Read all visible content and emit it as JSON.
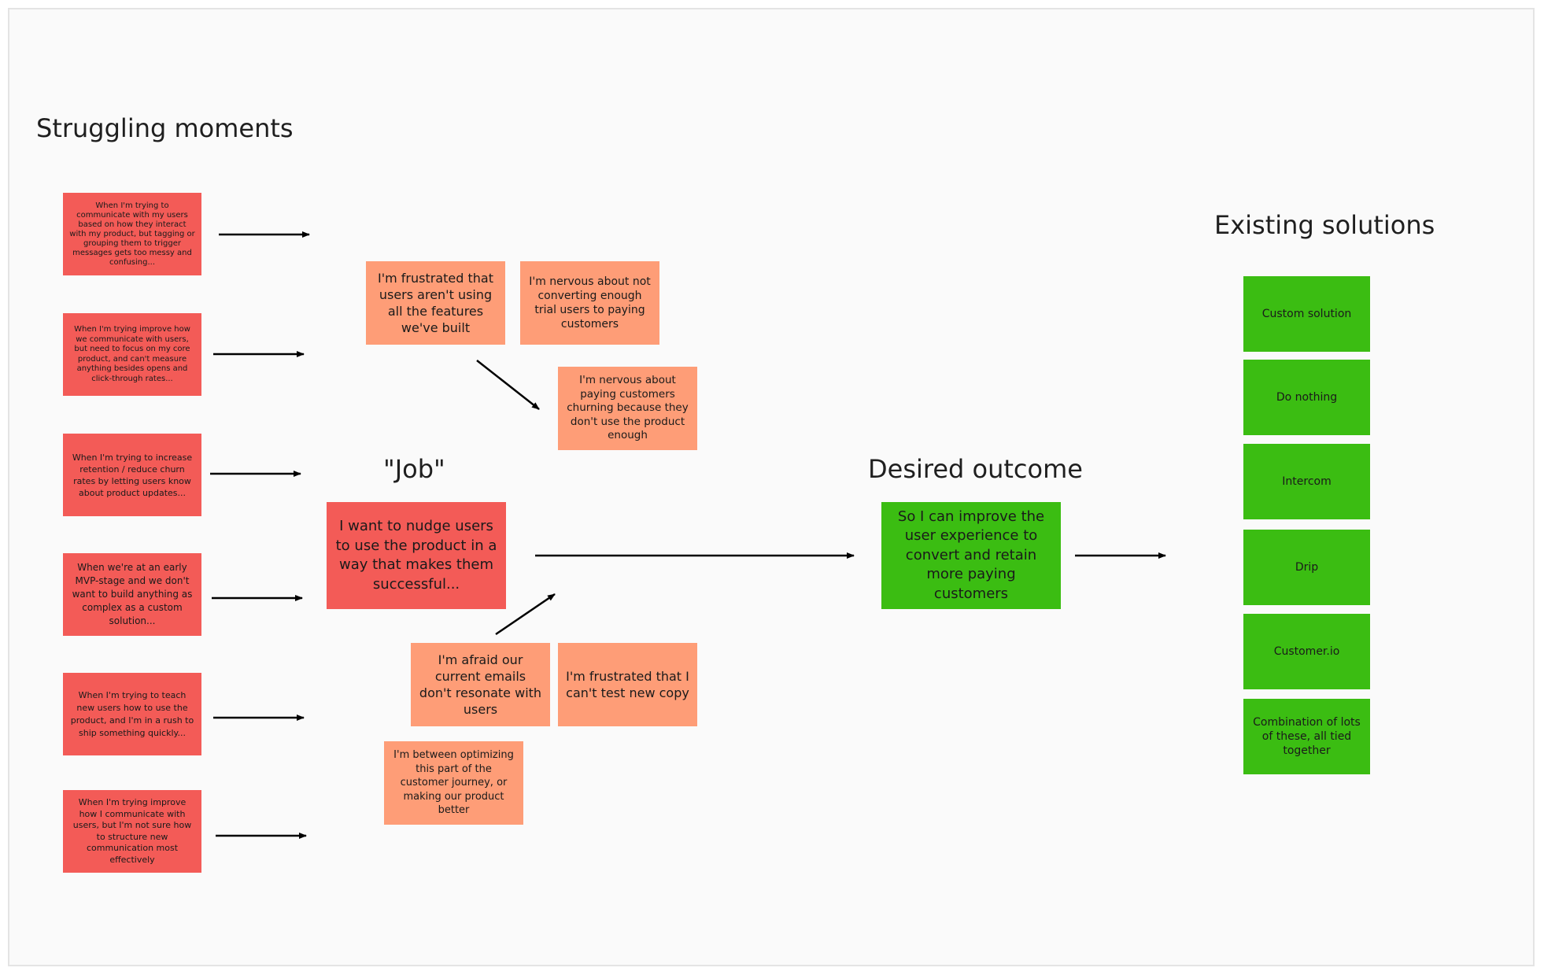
{
  "headings": {
    "struggling": "Struggling moments",
    "job": "\"Job\"",
    "desired": "Desired outcome",
    "existing": "Existing solutions"
  },
  "struggling_moments": [
    "When I'm trying to communicate with my users based on how they interact with my product, but tagging or grouping them to trigger messages gets too messy and confusing...",
    "When I'm trying improve how we communicate with users, but need to focus on my core product, and can't measure anything besides opens and click-through rates...",
    "When I'm trying to increase retention / reduce churn rates by letting users know about product updates...",
    "When we're at an early MVP-stage and we don't want to build anything as complex as a custom solution...",
    "When I'm trying to teach new users how to use the product, and I'm in a rush to ship something quickly...",
    "When I'm trying improve how I communicate with users, but I'm not sure how to structure new communication most effectively"
  ],
  "anxieties": {
    "frustrated_features": "I'm frustrated that users aren't using all the features we've built",
    "nervous_trial": "I'm nervous about not converting enough trial users to paying customers",
    "nervous_churn": "I'm nervous about paying customers churning because they don't use the product enough",
    "afraid_emails": "I'm afraid our current emails don't resonate with users",
    "frustrated_copy": "I'm frustrated that I can't test new copy",
    "between_optimizing": "I'm between optimizing this part of the customer journey, or making our product better"
  },
  "job": "I want to nudge users to use the product in a way that makes them successful...",
  "desired_outcome": "So I can improve the user experience to convert and retain more paying customers",
  "existing_solutions": [
    "Custom solution",
    "Do nothing",
    "Intercom",
    "Drip",
    "Customer.io",
    "Combination of lots of these, all tied together"
  ],
  "colors": {
    "struggling": "#f35b57",
    "anxiety": "#fe9d77",
    "solution": "#3bbd12",
    "arrow": "#000000"
  }
}
